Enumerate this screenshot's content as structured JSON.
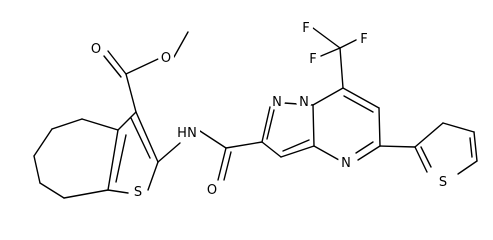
{
  "molecule": {
    "atoms": {
      "o_ester_dbl": "O",
      "o_ester_single": "O",
      "s_cyclohepta": "S",
      "n_amide": "N",
      "h_amide": "H",
      "o_amide": "O",
      "n_pyrazole_1": "N",
      "n_pyrazole_2": "N",
      "n_pyrimidine": "N",
      "f_top": "F",
      "f_left": "F",
      "f_right": "F",
      "s_thiophene": "S"
    }
  }
}
